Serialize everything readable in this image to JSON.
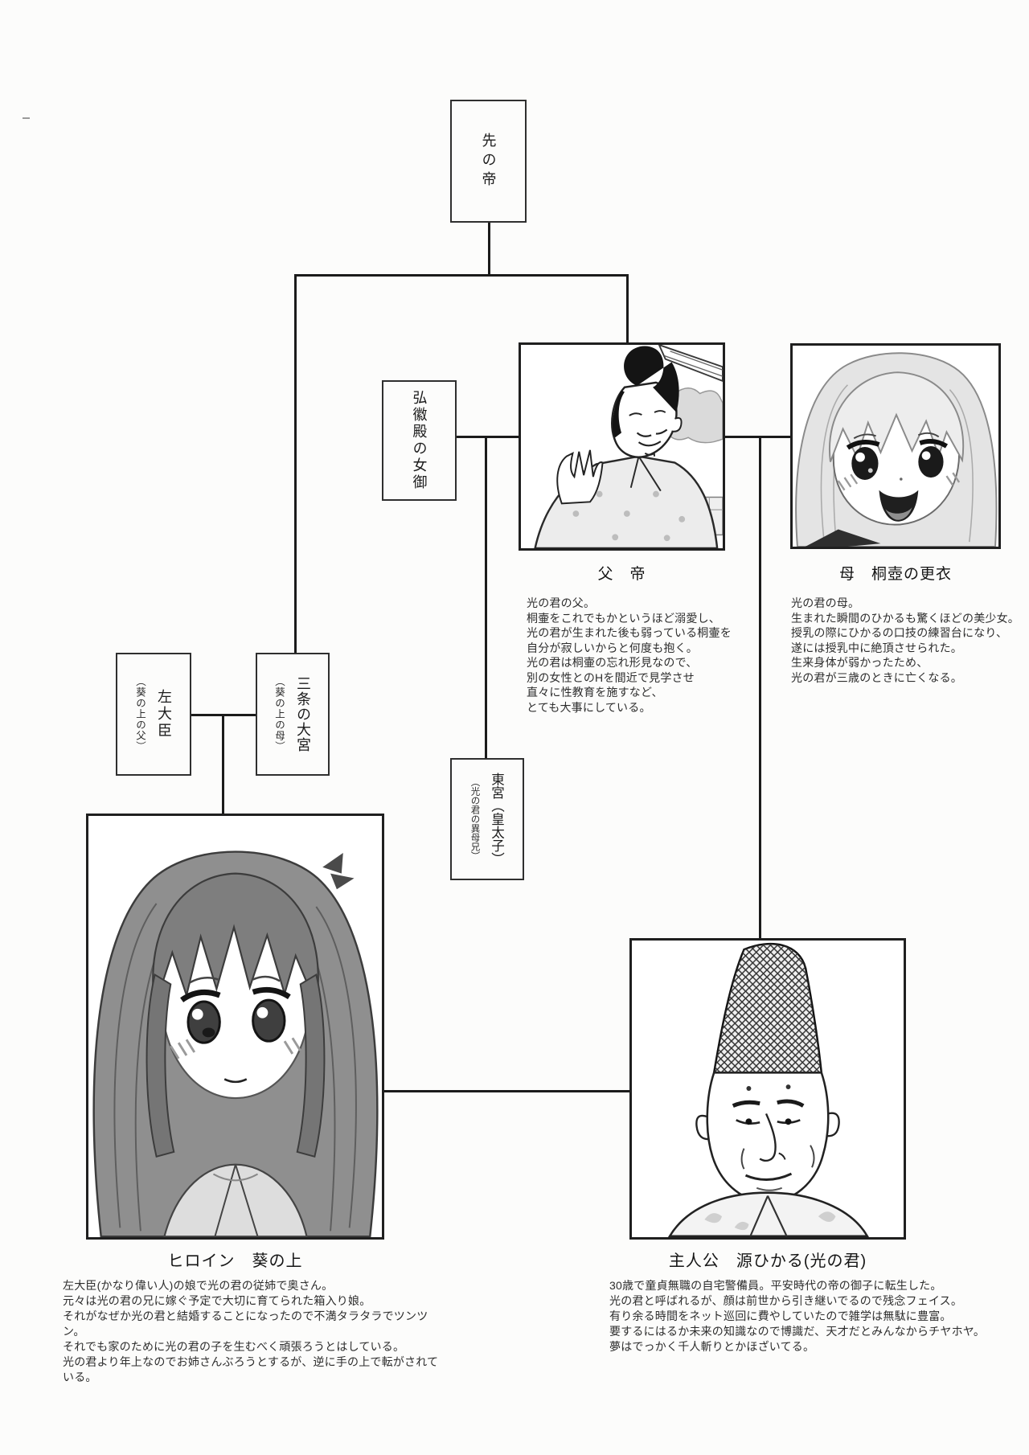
{
  "page": {
    "background": "#fcfcfb",
    "line_color": "#1b1b1b",
    "box_border_color": "#2f2f2f",
    "portrait_border_color": "#1f1f1f"
  },
  "tree": {
    "boxes": {
      "previous_emperor": {
        "main": "先の帝"
      },
      "kokiden_consort": {
        "main": "弘徽殿の女御"
      },
      "minister_of_left": {
        "main": "左大臣",
        "sub": "（葵の上の父）"
      },
      "sanjo_omiya": {
        "main": "三条の大宮",
        "sub": "（葵の上の母）"
      },
      "crown_prince": {
        "main": "東宮（皇太子）",
        "sub": "（光の君の異母兄）"
      }
    },
    "portraits": {
      "father": {
        "label": "父　帝",
        "description": [
          "光の君の父。",
          "桐壷をこれでもかというほど溺愛し、",
          "光の君が生まれた後も弱っている桐壷を",
          "自分が寂しいからと何度も抱く。",
          "光の君は桐壷の忘れ形見なので、",
          "別の女性とのHを間近で見学させ",
          "直々に性教育を施すなど、",
          "とても大事にしている。"
        ]
      },
      "mother": {
        "label": "母　桐壺の更衣",
        "description": [
          "光の君の母。",
          "生まれた瞬間のひかるも驚くほどの美少女。",
          "授乳の際にひかるの口技の練習台になり、",
          "遂には授乳中に絶頂させられた。",
          "生来身体が弱かったため、",
          "光の君が三歳のときに亡くなる。"
        ]
      },
      "heroine": {
        "label": "ヒロイン　葵の上",
        "description": [
          "左大臣(かなり偉い人)の娘で光の君の従姉で奥さん。",
          "元々は光の君の兄に嫁ぐ予定で大切に育てられた箱入り娘。",
          "それがなぜか光の君と結婚することになったので不満タラタラでツンツン。",
          "それでも家のために光の君の子を生むべく頑張ろうとはしている。",
          "光の君より年上なのでお姉さんぶろうとするが、逆に手の上で転がされている。"
        ]
      },
      "protagonist": {
        "label": "主人公　源ひかる(光の君)",
        "description": [
          "30歳で童貞無職の自宅警備員。平安時代の帝の御子に転生した。",
          "光の君と呼ばれるが、顔は前世から引き継いでるので残念フェイス。",
          "有り余る時間をネット巡回に費やしていたので雑学は無駄に豊富。",
          "要するにはるか未来の知識なので博識だ、天才だとみんなからチヤホヤ。",
          "夢はでっかく千人斬りとかほざいてる。"
        ]
      }
    }
  }
}
